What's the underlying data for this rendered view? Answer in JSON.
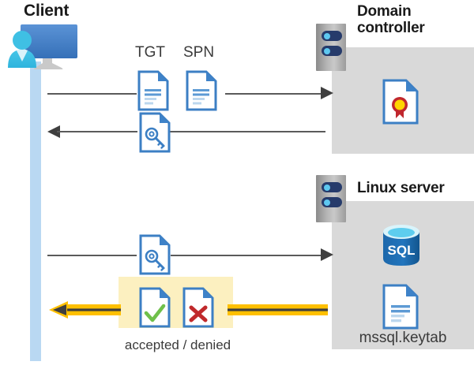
{
  "diagram": {
    "type": "kerberos-authentication-flow",
    "background": "#ffffff"
  },
  "colors": {
    "panel_gray": "#d9d9d9",
    "lifeline_blue": "#b9d8f2",
    "doc_border_blue": "#3c7fc4",
    "doc_fold_blue": "#3e82c8",
    "line_gray": "#5a5a5a",
    "highlight_yellow": "#fcf0c0",
    "arrow_yellow": "#ffc000",
    "arrow_core_dark": "#3f3f3f",
    "check_green": "#6fc04a",
    "cross_red": "#c0292b",
    "sql_blue": "#1d68ab",
    "sql_top_cyan": "#79dcf5",
    "cert_gold": "#ffd500",
    "cert_red": "#c0272d",
    "server_navy": "#263b6b",
    "server_dot_cyan": "#5ec8f0",
    "title_black": "#1a1a1a",
    "label_gray": "#3b3b3b"
  },
  "client": {
    "title": "Client",
    "avatar_icon": "user-monitor-icon",
    "lifeline_name": "client-lifeline"
  },
  "domain_controller": {
    "title_line1": "Domain",
    "title_line2": "controller",
    "server_icon": "server-tower-icon",
    "contents": [
      {
        "icon": "certificate-document-icon",
        "label": ""
      }
    ]
  },
  "linux_server": {
    "title": "Linux server",
    "server_icon": "server-tower-icon",
    "contents": [
      {
        "icon": "sql-database-icon",
        "label": "SQL"
      },
      {
        "icon": "keytab-document-icon",
        "label": "mssql.keytab"
      }
    ]
  },
  "messages": [
    {
      "id": "msg-1",
      "from": "client",
      "to": "domain-controller",
      "direction": "right",
      "arrow_style": "gray",
      "icons": [
        {
          "name": "tgt-document-icon",
          "label": "TGT"
        },
        {
          "name": "spn-document-icon",
          "label": "SPN"
        }
      ]
    },
    {
      "id": "msg-2",
      "from": "domain-controller",
      "to": "client",
      "direction": "left",
      "arrow_style": "gray",
      "icons": [
        {
          "name": "service-ticket-key-document-icon",
          "label": ""
        }
      ]
    },
    {
      "id": "msg-3",
      "from": "client",
      "to": "linux-server",
      "direction": "right",
      "arrow_style": "gray",
      "icons": [
        {
          "name": "service-ticket-key-document-icon",
          "label": ""
        }
      ]
    },
    {
      "id": "msg-4",
      "from": "linux-server",
      "to": "client",
      "direction": "left",
      "arrow_style": "yellow",
      "caption": "accepted / denied",
      "icons": [
        {
          "name": "accepted-document-icon",
          "label": ""
        },
        {
          "name": "denied-document-icon",
          "label": ""
        }
      ]
    }
  ],
  "labels": {
    "tgt": "TGT",
    "spn": "SPN",
    "sql": "SQL",
    "keytab": "mssql.keytab",
    "accepted_denied": "accepted / denied"
  }
}
